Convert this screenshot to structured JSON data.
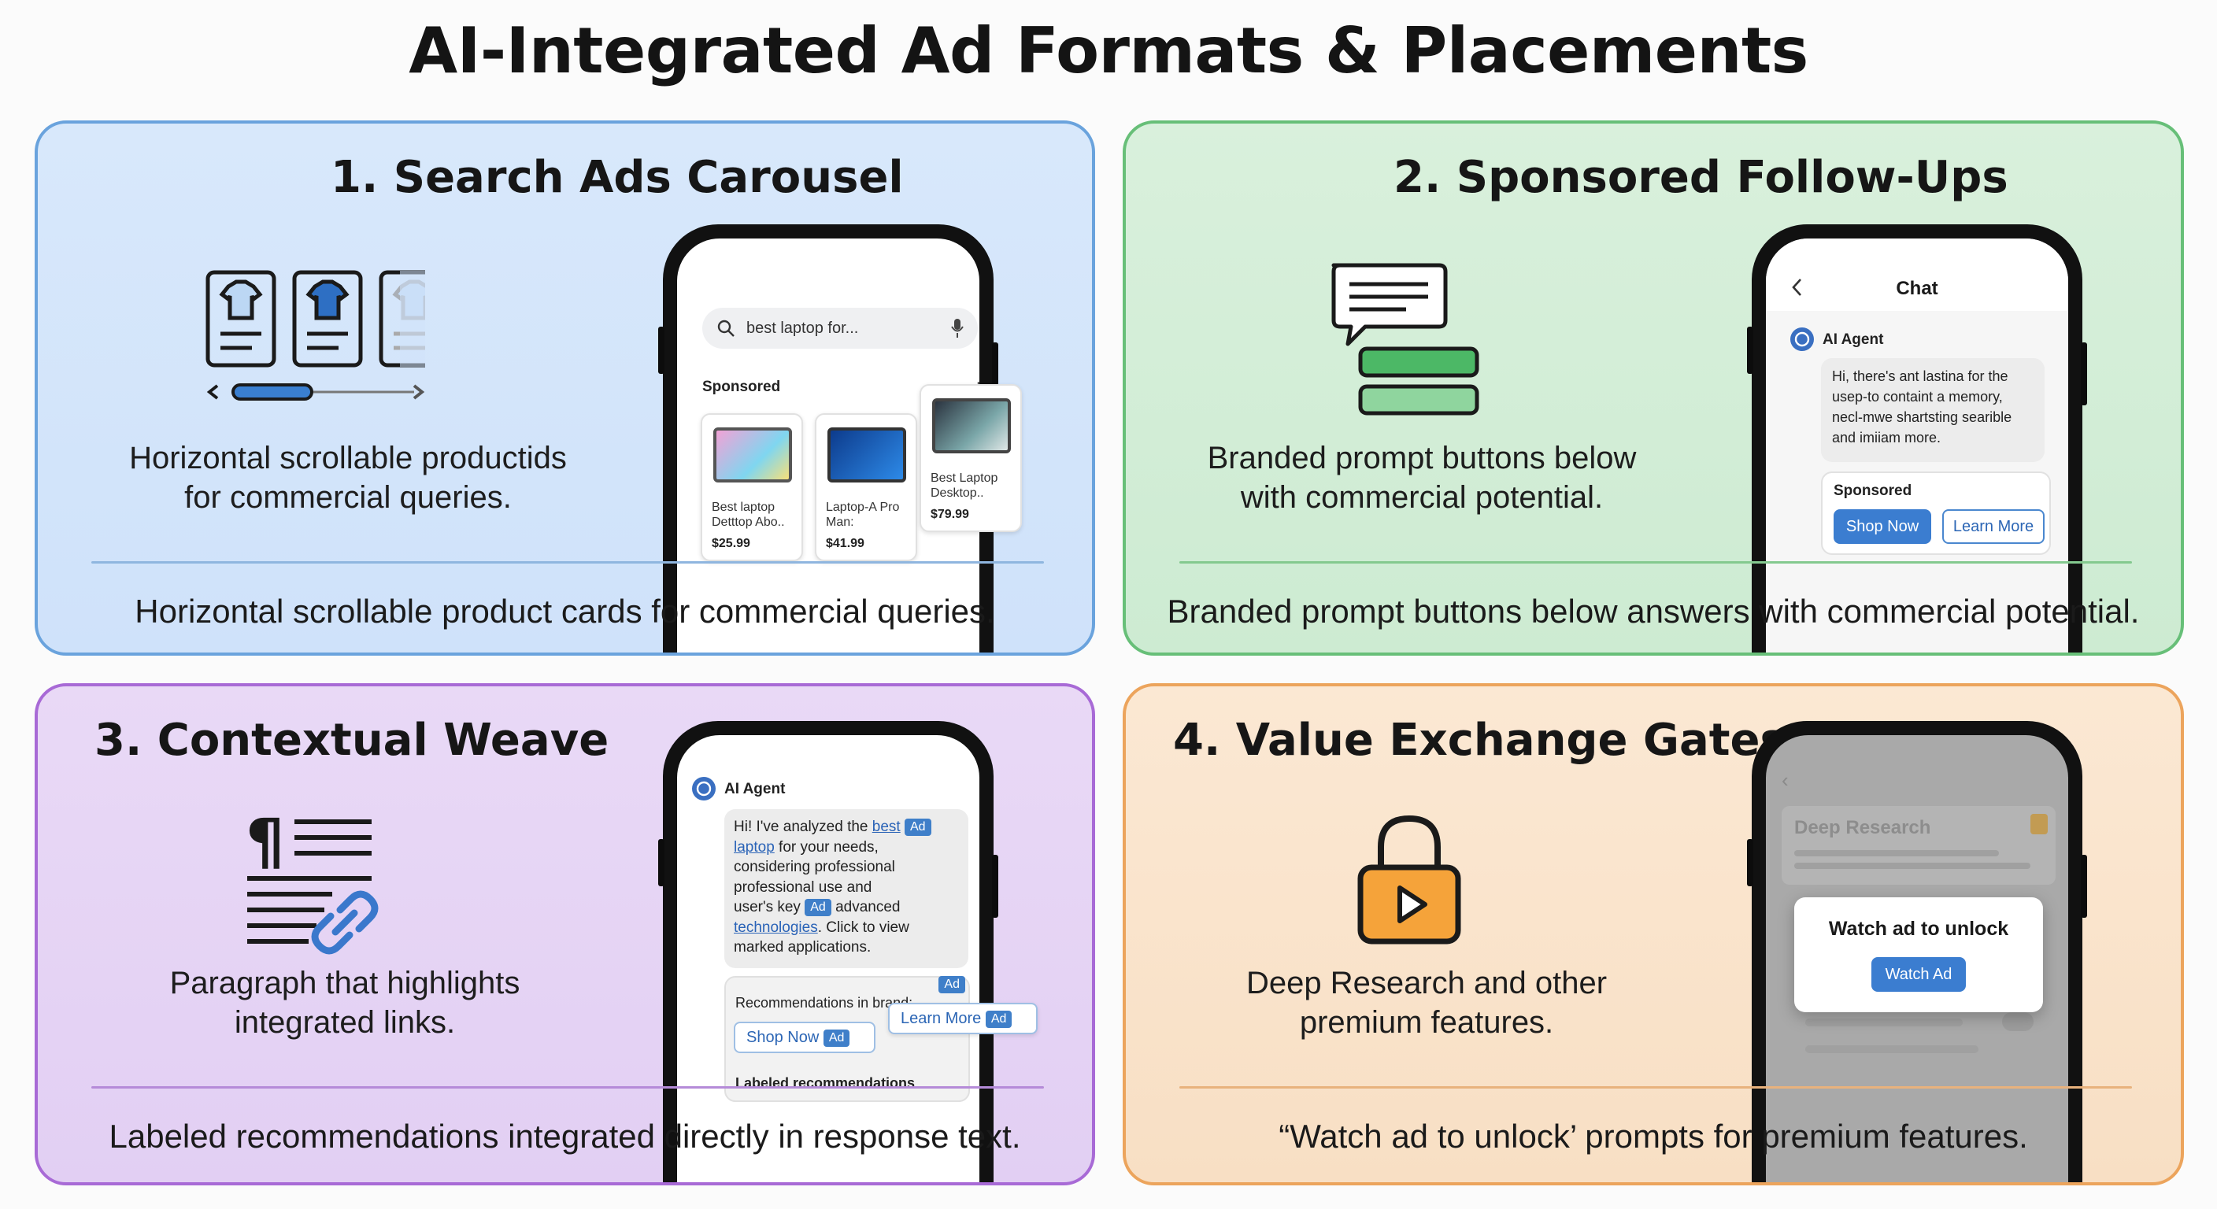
{
  "title": "AI-Integrated Ad Formats & Placements",
  "panels": {
    "search": {
      "title": "1. Search Ads Carousel",
      "desc_line1": "Horizontal scrollable productids",
      "desc_line2": "for commercial queries.",
      "caption": "Horizontal scrollable product cards for commercial queries.",
      "phone": {
        "search_text": "best laptop for...",
        "sponsored": "Sponsored",
        "cards": [
          {
            "name1": "Best laptop",
            "name2": "Detttop Abo..",
            "price": "$25.99"
          },
          {
            "name1": "Laptop-A Pro",
            "name2": "Man:",
            "price": "$41.99"
          },
          {
            "name1": "Best Laptop",
            "name2": "Desktop..",
            "price": "$79.99"
          }
        ]
      }
    },
    "followups": {
      "title": "2. Sponsored Follow-Ups",
      "desc_line1": "Branded prompt buttons below",
      "desc_line2": "with commercial potential.",
      "caption": "Branded prompt buttons below answers with commercial potential.",
      "phone": {
        "header": "Chat",
        "agent": "AI Agent",
        "msg_line1": "Hi, there's ant lastina for the",
        "msg_line2": "usep-to containt a memory,",
        "msg_line3": "necl-mwe shartsting searible",
        "msg_line4": "and imiiam more.",
        "sponsored": "Sponsored",
        "shop_now": "Shop Now",
        "learn_more": "Learn More"
      }
    },
    "weave": {
      "title": "3. Contextual Weave",
      "desc_line1": "Paragraph that highlights",
      "desc_line2": "integrated links.",
      "caption": "Labeled recommendations integrated directly in response text.",
      "phone": {
        "agent": "AI Agent",
        "l1a": "Hi! I've analyzed the ",
        "l1b": "best",
        "l2a": "laptop",
        "l2b": " for your needs,",
        "l3": "considering professional",
        "l4": "professional use and",
        "l5a": "user's key ",
        "l5b": "advanced",
        "l6a": "technologies",
        "l6b": ". Click to view",
        "l7": "marked applications.",
        "ad": "Ad",
        "rec_in_brand": "Recommendations in brand:",
        "shop_now": "Shop Now",
        "learn_more": "Learn More",
        "labeled": "Labeled recommendations"
      }
    },
    "gates": {
      "title": "4. Value Exchange Gates",
      "desc_line1": "Deep Research and other",
      "desc_line2": "premium features.",
      "caption": "“Watch ad to unlock’ prompts for premium features.",
      "phone": {
        "bg_title": "Deep Research",
        "unlock_title": "Watch ad to unlock",
        "watch_btn": "Watch Ad"
      }
    }
  },
  "colors": {
    "blue_panel": "#cfe2fa",
    "green_panel": "#cdebd2",
    "purple_panel": "#e2cff3",
    "orange_panel": "#f8dfc4",
    "ad_blue": "#3f7fc9",
    "lock_orange": "#f5a33a",
    "green_button": "#4cb866"
  },
  "icons": [
    "tshirt-card-icon",
    "chat-bubble-icon",
    "paragraph-icon",
    "link-icon",
    "padlock-play-icon",
    "search-icon",
    "mic-icon",
    "back-chevron-icon",
    "agent-avatar-icon"
  ]
}
